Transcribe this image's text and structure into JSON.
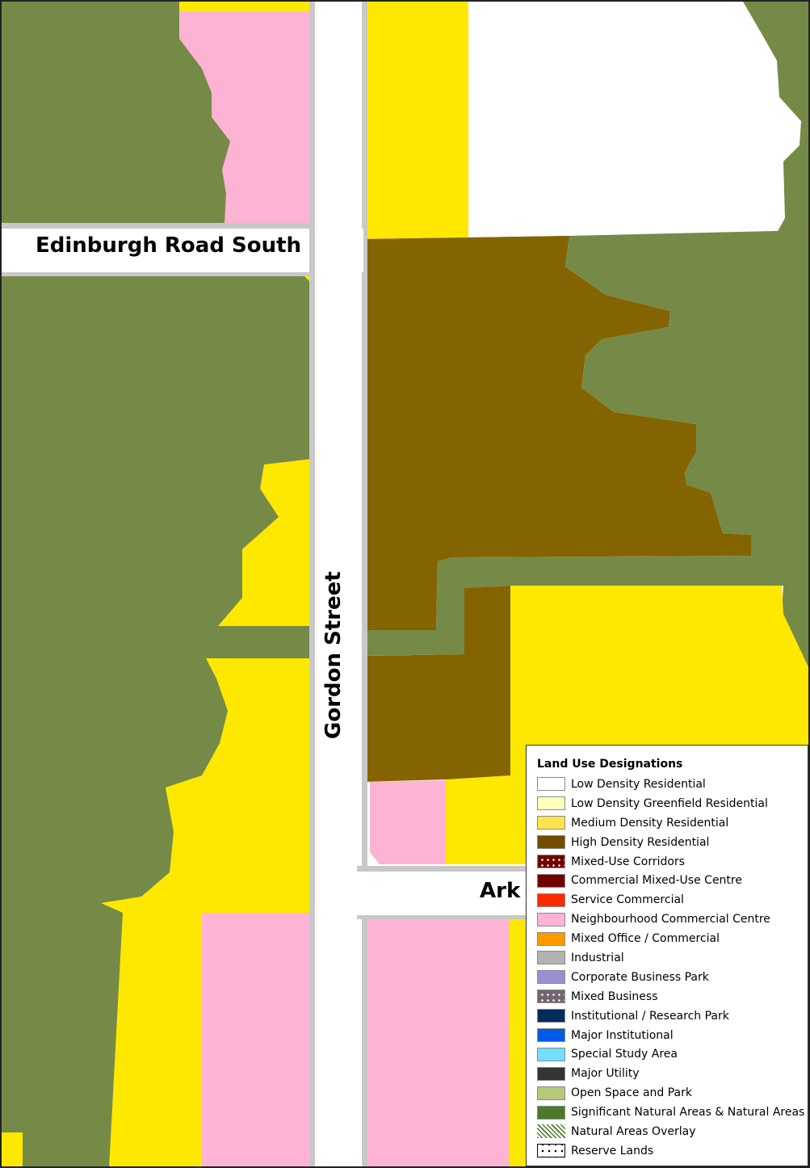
{
  "map": {
    "roads": {
      "edinburgh": "Edinburgh Road South",
      "gordon": "Gordon Street",
      "arkell_partial": "Ark"
    }
  },
  "legend": {
    "title": "Land Use Designations",
    "items": [
      {
        "label": "Low Density Residential",
        "color": "#ffffff",
        "pattern": "none"
      },
      {
        "label": "Low Density Greenfield Residential",
        "color": "#ffffbe",
        "pattern": "none"
      },
      {
        "label": "Medium Density Residential",
        "color": "#ffe34f",
        "pattern": "none"
      },
      {
        "label": "High Density Residential",
        "color": "#734c00",
        "pattern": "none"
      },
      {
        "label": "Mixed-Use Corridors",
        "color": "#730000",
        "pattern": "dots-white"
      },
      {
        "label": "Commercial Mixed-Use Centre",
        "color": "#730000",
        "pattern": "none"
      },
      {
        "label": "Service Commercial",
        "color": "#ff2a00",
        "pattern": "none"
      },
      {
        "label": "Neighbourhood Commercial Centre",
        "color": "#ffb3d5",
        "pattern": "none"
      },
      {
        "label": "Mixed Office / Commercial",
        "color": "#ff9900",
        "pattern": "none"
      },
      {
        "label": "Industrial",
        "color": "#b2b2b2",
        "pattern": "none"
      },
      {
        "label": "Corporate Business Park",
        "color": "#9b8fd0",
        "pattern": "none"
      },
      {
        "label": "Mixed Business",
        "color": "#736573",
        "pattern": "dots-white"
      },
      {
        "label": "Institutional / Research Park",
        "color": "#002d5e",
        "pattern": "none"
      },
      {
        "label": "Major Institutional",
        "color": "#005ce6",
        "pattern": "none"
      },
      {
        "label": "Special Study Area",
        "color": "#73dfff",
        "pattern": "none"
      },
      {
        "label": "Major Utility",
        "color": "#343434",
        "pattern": "none"
      },
      {
        "label": "Open Space and Park",
        "color": "#b5c97a",
        "pattern": "none"
      },
      {
        "label": "Significant Natural Areas & Natural Areas",
        "color": "#4d7a2a",
        "pattern": "none"
      },
      {
        "label": "Natural Areas Overlay",
        "color": "#ffffff",
        "pattern": "hatch"
      },
      {
        "label": "Reserve Lands",
        "color": "#ffffff",
        "pattern": "dots-black"
      }
    ]
  },
  "colors": {
    "natural": "#768a47",
    "medium": "#ffe800",
    "high": "#846400",
    "commercial": "#fdb3d3",
    "road": "#ffffff",
    "road_edge": "#c8c8c8"
  }
}
